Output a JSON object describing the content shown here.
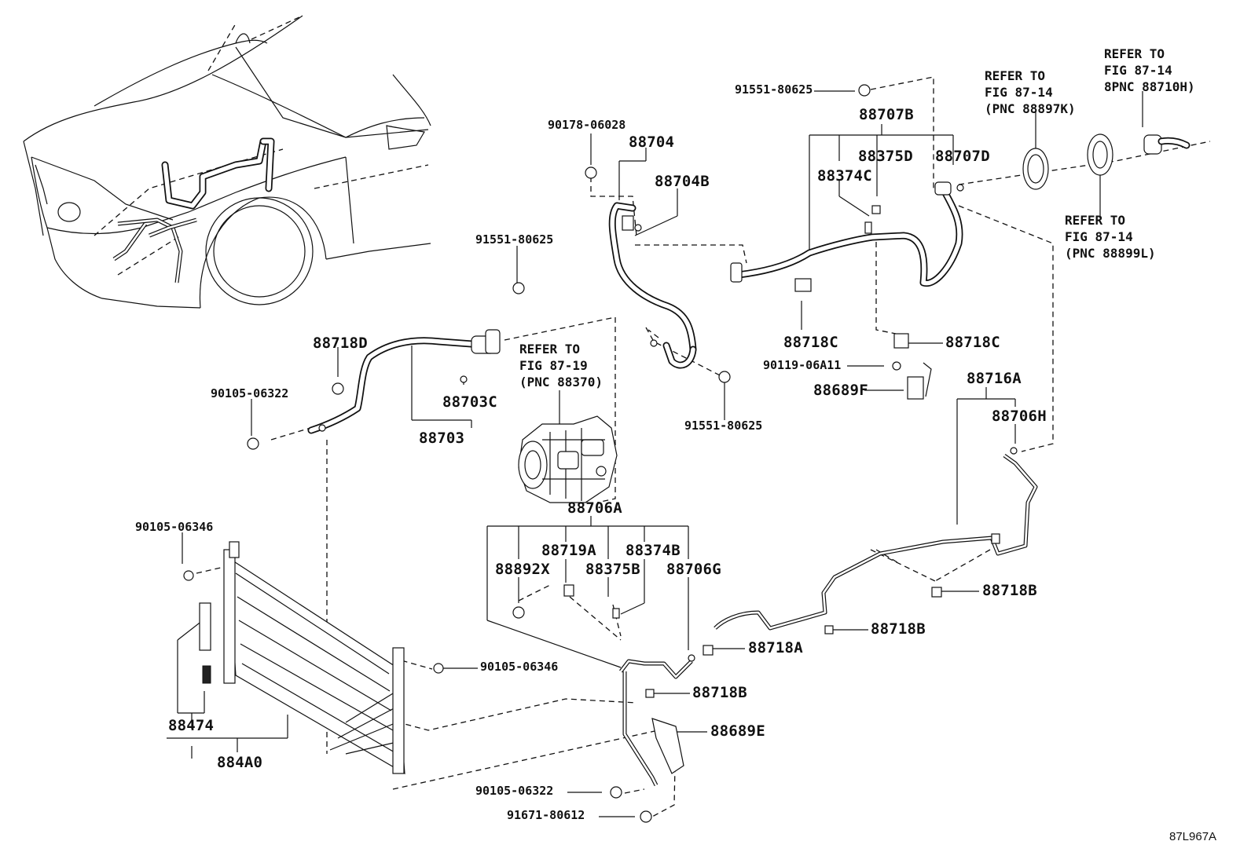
{
  "figure_id": "87L967A",
  "references": [
    {
      "id": "ref-fig-87-14-88897k",
      "lines": [
        "REFER TO",
        "FIG 87-14",
        "(PNC 88897K)"
      ]
    },
    {
      "id": "ref-fig-87-14-88710h",
      "lines": [
        "REFER TO",
        "FIG 87-14",
        "8PNC 88710H)"
      ]
    },
    {
      "id": "ref-fig-87-14-88899l",
      "lines": [
        "REFER TO",
        "FIG 87-14",
        "(PNC 88899L)"
      ]
    },
    {
      "id": "ref-fig-87-19-88370",
      "lines": [
        "REFER TO",
        "FIG 87-19",
        "(PNC 88370)"
      ]
    }
  ],
  "parts": [
    "91551-80625",
    "88707B",
    "88375D",
    "88374C",
    "88707D",
    "90178-06028",
    "88704",
    "88704B",
    "91551-80625",
    "88718D",
    "90105-06322",
    "88703C",
    "88703",
    "91551-80625",
    "88718C",
    "88718C",
    "90119-06A11",
    "88689F",
    "88716A",
    "88706H",
    "88706A",
    "88719A",
    "88374B",
    "88892X",
    "88375B",
    "88706G",
    "90105-06346",
    "90105-06346",
    "88474",
    "884A0",
    "88718B",
    "88718B",
    "88718A",
    "88718B",
    "88689E",
    "90105-06322",
    "91671-80612"
  ]
}
